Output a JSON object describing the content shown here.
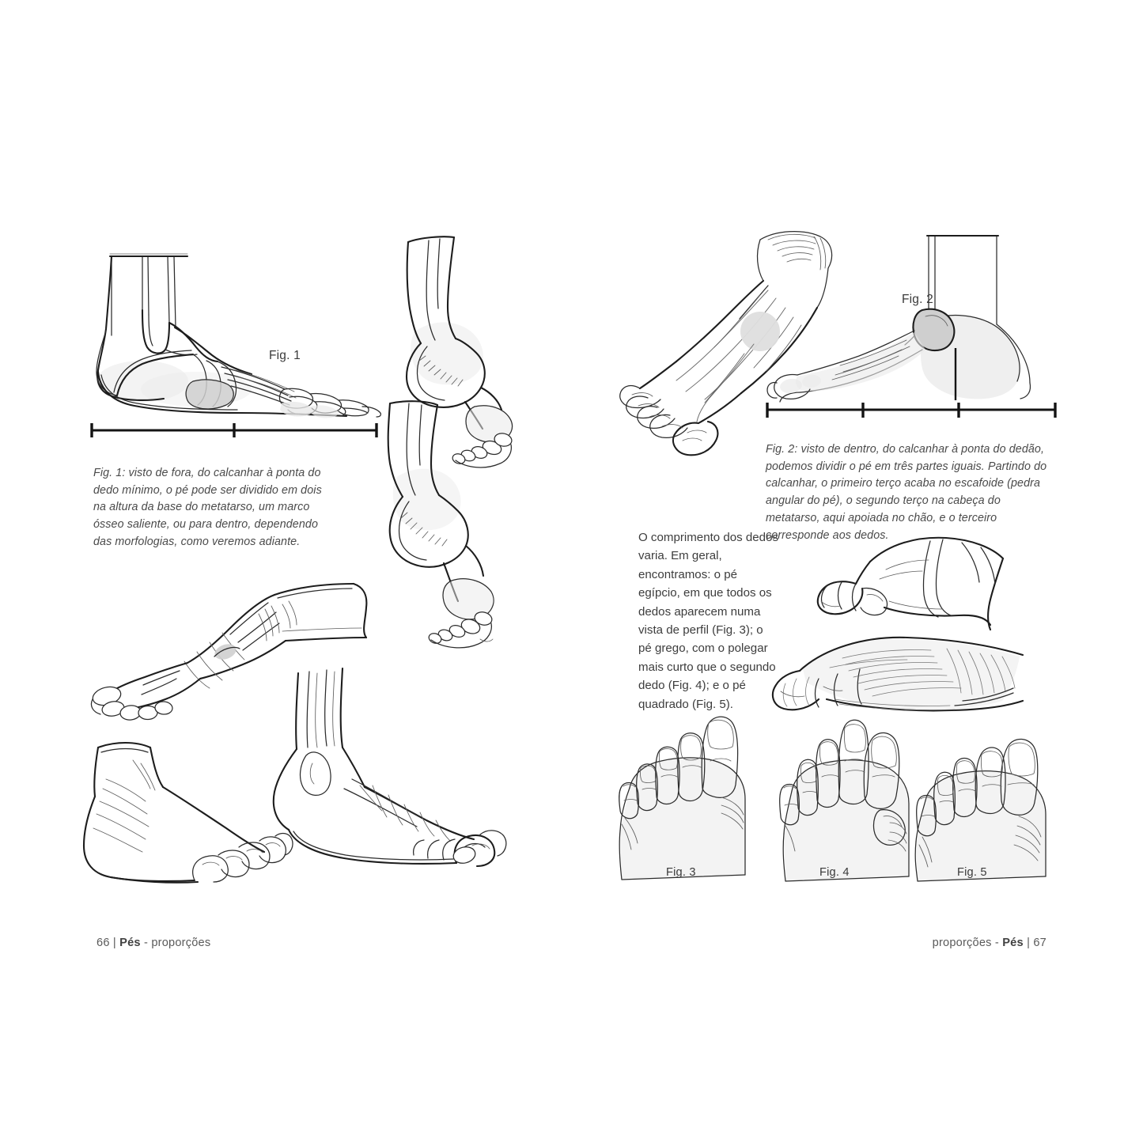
{
  "document": {
    "title": "Pés - proporções",
    "language": "pt-BR",
    "spread": "two-page"
  },
  "left_page": {
    "folio": {
      "number": "66",
      "separator": "|",
      "section": "Pés",
      "dash": "-",
      "topic": "proporções",
      "full": "66 | Pés - proporções"
    },
    "figure_labels": {
      "fig1": "Fig. 1"
    },
    "caption_fig1": "Fig. 1: visto de fora, do calcanhar à ponta do dedo mínimo, o pé pode ser dividido em dois na altura da base do metatarso, um marco ósseo saliente, ou para dentro, dependendo das morfologias, como veremos adiante.",
    "illustrations": [
      {
        "name": "lateral-skeleton-foot",
        "description": "Vista lateral externa do pé com esqueleto e barra de medida dividida em duas partes"
      },
      {
        "name": "leg-foot-sequence-top",
        "description": "Perna e pé em perspectiva, estudo construtivo"
      },
      {
        "name": "leg-foot-sequence-bottom",
        "description": "Segunda perna e pé em perspectiva, estudo construtivo"
      },
      {
        "name": "foot-three-quarter-top-view",
        "description": "Pé visto de cima em três quartos com tornozelo"
      },
      {
        "name": "foot-front-lateral-view",
        "description": "Pé visto de frente e de lado, contorno simples"
      },
      {
        "name": "foot-inner-profile-view",
        "description": "Pé visto de perfil interno com tornozelo"
      }
    ]
  },
  "right_page": {
    "folio": {
      "number": "67",
      "separator": "|",
      "section": "Pés",
      "dash": "-",
      "topic": "proporções",
      "full": "proporções - Pés | 67"
    },
    "figure_labels": {
      "fig2": "Fig. 2",
      "fig3": "Fig. 3",
      "fig4": "Fig. 4",
      "fig5": "Fig. 5"
    },
    "caption_fig2": "Fig. 2: visto de dentro, do calcanhar à ponta do dedão, podemos dividir o pé em três partes iguais. Partindo do calcanhar, o primeiro terço acaba no escafoide (pedra angular do pé), o segundo terço na cabeça do metatarso, aqui apoiada no chão, e o terceiro corresponde aos dedos.",
    "body_text": "O comprimento dos dedos varia. Em geral, encontramos: o pé egípcio, em que todos os dedos aparecem numa vista de perfil (Fig. 3); o pé grego, com o polegar mais curto que o segundo dedo (Fig. 4); e o pé quadrado (Fig. 5).",
    "illustrations": [
      {
        "name": "foot-top-anatomy-view",
        "description": "Pé visto de cima com tendões extensores e marca circular cinza"
      },
      {
        "name": "medial-skeleton-foot",
        "description": "Vista medial do pé com esqueleto e barra de medida dividida em três partes iguais"
      },
      {
        "name": "toes-profile-outline",
        "description": "Dedos do pé em perfil, contorno construtivo"
      },
      {
        "name": "toes-profile-shaded",
        "description": "Dedos do pé em perfil, estudo sombreado a lápis"
      },
      {
        "name": "egyptian-foot-toes",
        "description": "Pé egípcio visto de cima, dedos em decrescente"
      },
      {
        "name": "greek-foot-toes",
        "description": "Pé grego visto de cima, segundo dedo mais longo"
      },
      {
        "name": "square-foot-toes",
        "description": "Pé quadrado visto de cima, dedos de comprimento semelhante"
      }
    ],
    "measurement_bars": {
      "fig1_divisions": 2,
      "fig2_divisions": 3
    }
  },
  "colors": {
    "page_background": "#ffffff",
    "ink": "#1d1d1d",
    "pencil": "#6b6b6b",
    "shade_grey": "#e9e9e9",
    "text": "#3d3d3d",
    "caption_text": "#4a4a4a",
    "folio_text": "#5a5a5a"
  }
}
